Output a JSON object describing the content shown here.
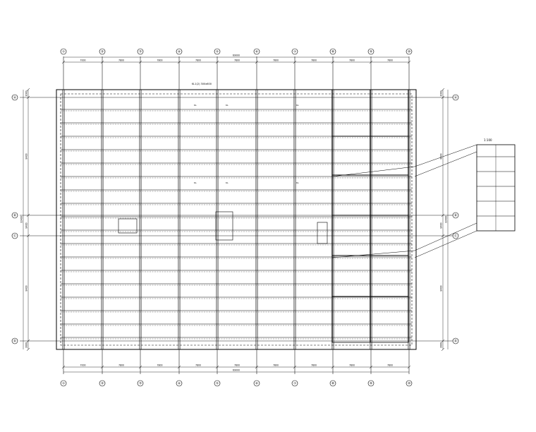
{
  "axes": {
    "columns": [
      "①",
      "②",
      "③",
      "④",
      "⑤",
      "⑥",
      "⑦",
      "⑧",
      "⑨",
      "⑩"
    ],
    "rows": [
      "Ⓐ",
      "Ⓑ",
      "Ⓒ",
      "Ⓓ"
    ]
  },
  "dimensions": {
    "top_bays": [
      "7000",
      "7800",
      "7800",
      "7800",
      "7800",
      "7800",
      "7800",
      "7800",
      "7800"
    ],
    "top_total": "69000",
    "bottom_bays": [
      "7000",
      "7800",
      "7800",
      "7800",
      "7800",
      "7800",
      "7800",
      "7800",
      "7800"
    ],
    "bottom_total": "69000",
    "left_bays": [
      "3000",
      "8400",
      "8400",
      "8400",
      "3000"
    ],
    "left_total": "32400",
    "right_bays": [
      "3000",
      "8400",
      "8400",
      "8400",
      "3000"
    ],
    "right_total": "32400"
  },
  "annotations": {
    "top_callout": "KL1(2) 300x600",
    "inset_title": "1:100",
    "mid_labels": [
      "KL",
      "KL",
      "KL",
      "KL",
      "KL",
      "KL"
    ]
  },
  "colors": {
    "ink": "#000000",
    "grid": "#1a1a1a",
    "light": "#555555",
    "paper": "#ffffff"
  }
}
